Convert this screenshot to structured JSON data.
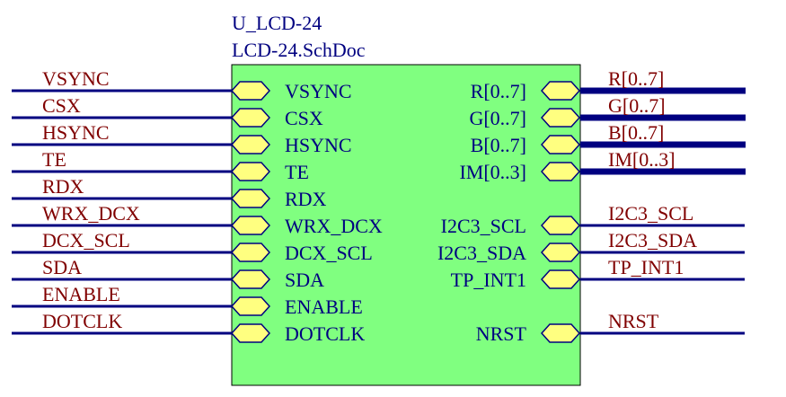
{
  "component": {
    "designator": "U_LCD-24",
    "source_file": "LCD-24.SchDoc",
    "body_color": "#80ff80"
  },
  "colors": {
    "wire": "#000080",
    "net_label": "#800000",
    "pin_label": "#000080",
    "port_fill": "#ffff80",
    "port_stroke": "#000080"
  },
  "left_pins": [
    {
      "pin_label": "VSYNC",
      "net_label": "VSYNC"
    },
    {
      "pin_label": "CSX",
      "net_label": "CSX"
    },
    {
      "pin_label": "HSYNC",
      "net_label": "HSYNC"
    },
    {
      "pin_label": "TE",
      "net_label": "TE"
    },
    {
      "pin_label": "RDX",
      "net_label": "RDX"
    },
    {
      "pin_label": "WRX_DCX",
      "net_label": "WRX_DCX"
    },
    {
      "pin_label": "DCX_SCL",
      "net_label": "DCX_SCL"
    },
    {
      "pin_label": "SDA",
      "net_label": "SDA"
    },
    {
      "pin_label": "ENABLE",
      "net_label": "ENABLE"
    },
    {
      "pin_label": "DOTCLK",
      "net_label": "DOTCLK"
    }
  ],
  "right_pins": [
    {
      "pin_label": "R[0..7]",
      "net_label": "R[0..7]",
      "bus": true
    },
    {
      "pin_label": "G[0..7]",
      "net_label": "G[0..7]",
      "bus": true
    },
    {
      "pin_label": "B[0..7]",
      "net_label": "B[0..7]",
      "bus": true
    },
    {
      "pin_label": "IM[0..3]",
      "net_label": "IM[0..3]",
      "bus": true
    },
    {
      "pin_label": "",
      "net_label": "",
      "empty": true
    },
    {
      "pin_label": "I2C3_SCL",
      "net_label": "I2C3_SCL"
    },
    {
      "pin_label": "I2C3_SDA",
      "net_label": "I2C3_SDA"
    },
    {
      "pin_label": "TP_INT1",
      "net_label": "TP_INT1"
    },
    {
      "pin_label": "",
      "net_label": "",
      "empty": true
    },
    {
      "pin_label": "NRST",
      "net_label": "NRST"
    }
  ]
}
